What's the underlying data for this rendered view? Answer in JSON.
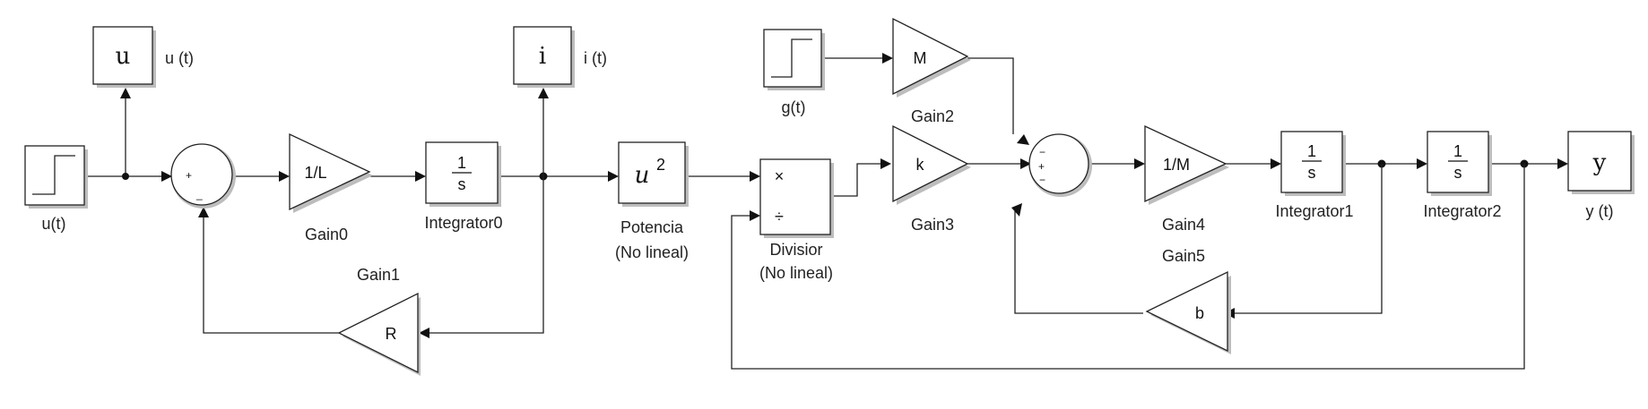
{
  "blocks": {
    "step_u": {
      "label": "u(t)"
    },
    "scope_u": {
      "symbol": "u",
      "label": "u (t)"
    },
    "sum1": {
      "signs_plus": "+",
      "signs_minus": "_"
    },
    "gain0": {
      "value": "1/L",
      "label": "Gain0"
    },
    "integrator0": {
      "num": "1",
      "den": "s",
      "label": "Integrator0"
    },
    "scope_i": {
      "symbol": "i",
      "label": "i (t)"
    },
    "gain1": {
      "value": "R",
      "label": "Gain1"
    },
    "power": {
      "base": "u",
      "exp": "2",
      "label_line1": "Potencia",
      "label_line2": "(No lineal)"
    },
    "step_g": {
      "label": "g(t)"
    },
    "gain2": {
      "value": "M",
      "label": "Gain2"
    },
    "divide": {
      "mult": "×",
      "div": "÷",
      "label_line1": "Divisior",
      "label_line2": "(No lineal)"
    },
    "gain3": {
      "value": "k",
      "label": "Gain3"
    },
    "sum2": {
      "sign_top": "−",
      "sign_mid": "+",
      "sign_bot": "−"
    },
    "gain4": {
      "value": "1/M",
      "label": "Gain4"
    },
    "gain5": {
      "value": "b",
      "label": "Gain5"
    },
    "integrator1": {
      "num": "1",
      "den": "s",
      "label": "Integrator1"
    },
    "integrator2": {
      "num": "1",
      "den": "s",
      "label": "Integrator2"
    },
    "scope_y": {
      "symbol": "y",
      "label": "y (t)"
    }
  }
}
